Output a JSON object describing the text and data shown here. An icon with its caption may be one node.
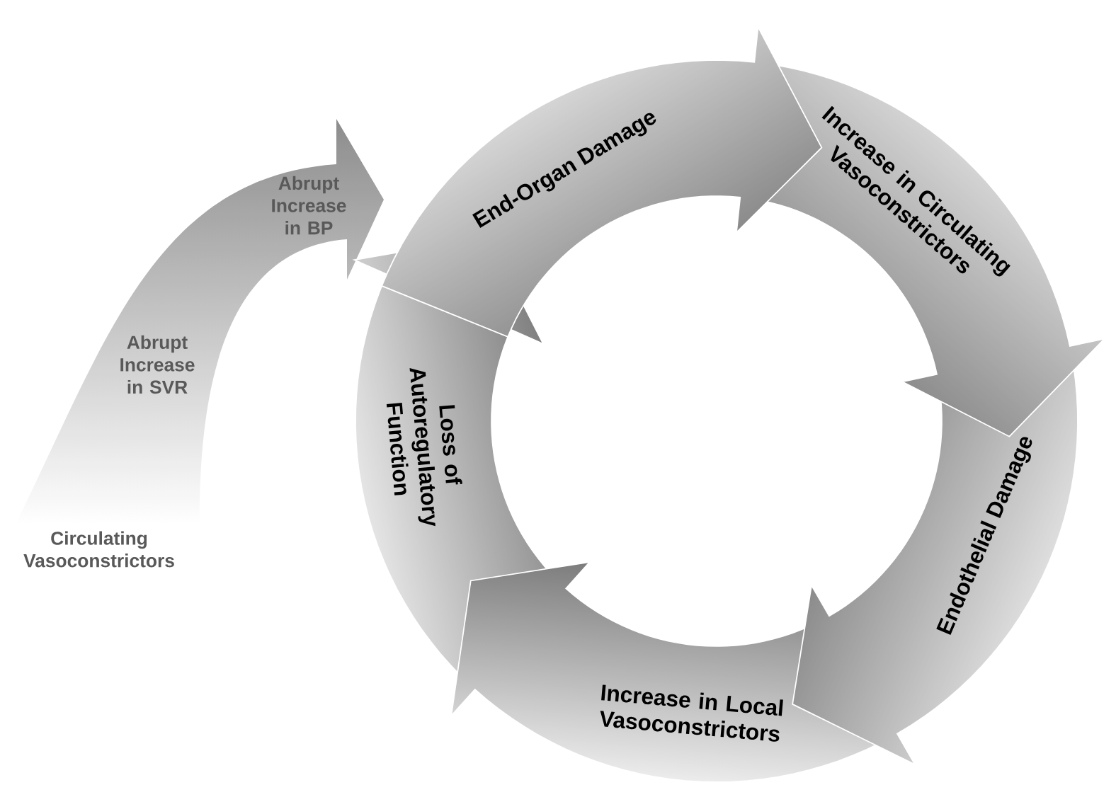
{
  "diagram": {
    "nodes": [
      {
        "text": [
          "Abrupt Increase in BP",
          "Abrupt Increase in SVR",
          "Circulating Vasoconstrictors"
        ]
      },
      {
        "text": [
          "End-Organ Damage"
        ]
      },
      {
        "text": [
          "Increase in Circulating Vasoconstrictors"
        ]
      },
      {
        "text": [
          "Endothelial Damage"
        ]
      },
      {
        "text": [
          "Increase in Local Vasoconstrictors"
        ]
      },
      {
        "text": [
          "Loss of Autoregulatory Function"
        ]
      }
    ]
  }
}
